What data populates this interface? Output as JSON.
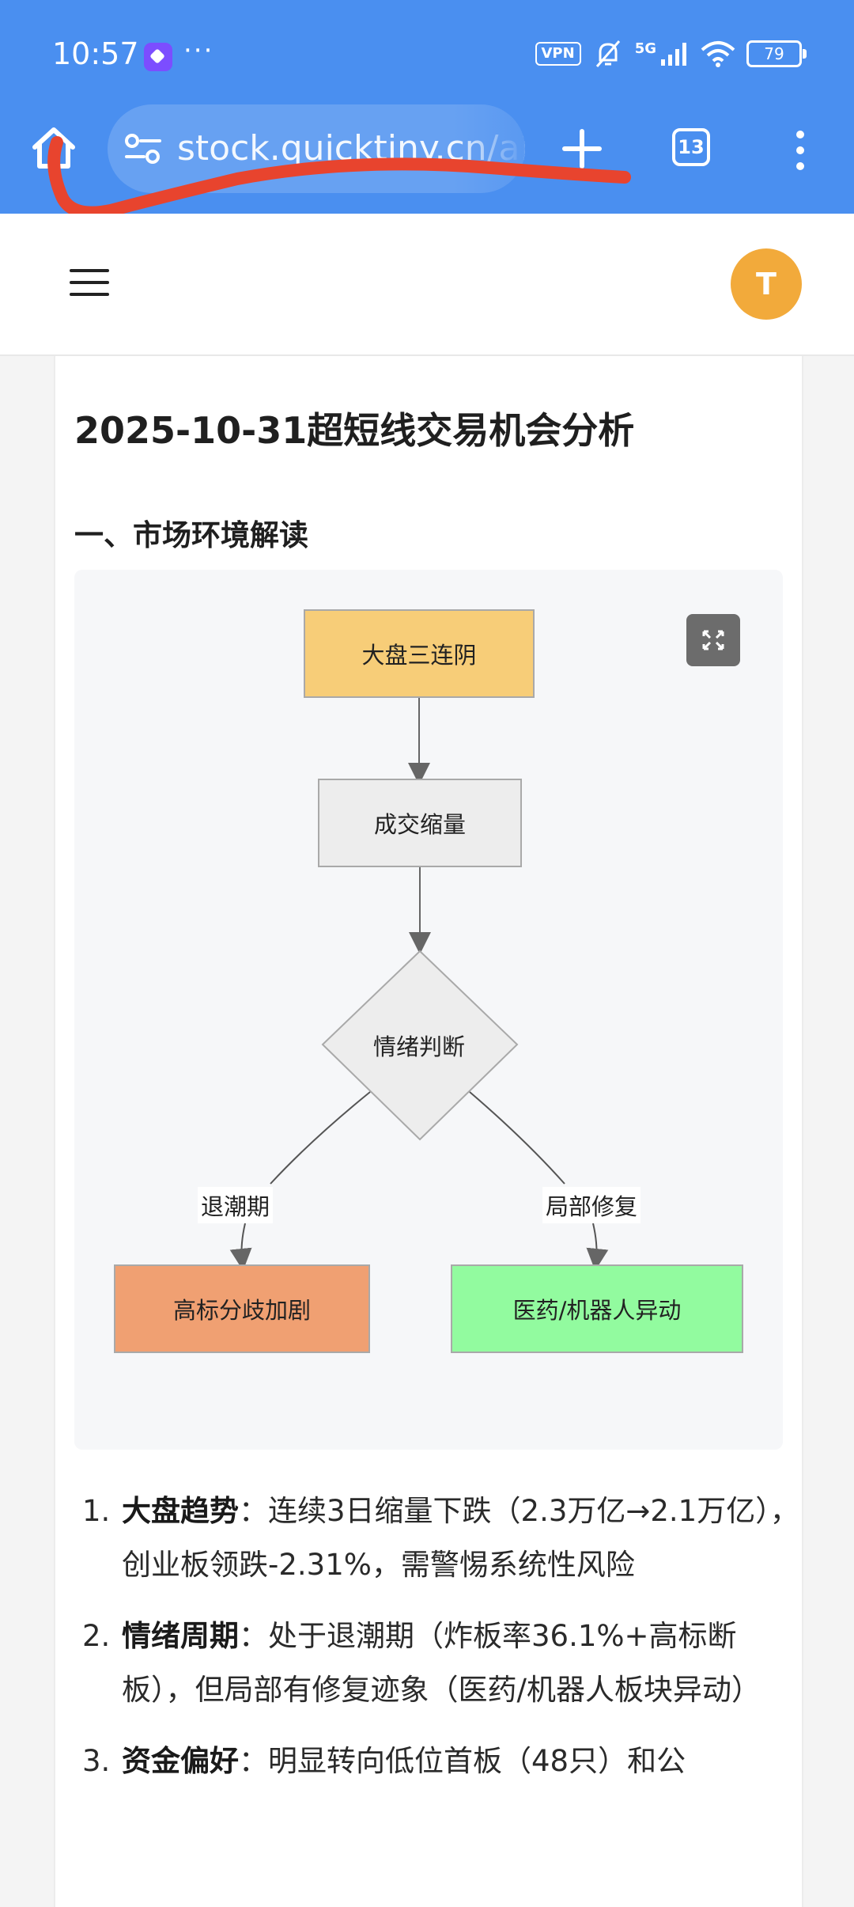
{
  "status": {
    "time": "10:57",
    "dots": "···",
    "vpn": "VPN",
    "network": "5G",
    "battery": "79"
  },
  "browser": {
    "url": "stock.quicktiny.cn/ai",
    "tab_count": "13"
  },
  "header": {
    "avatar_letter": "T"
  },
  "article": {
    "title": "2025-10-31超短线交易机会分析",
    "section1": "一、市场环境解读"
  },
  "flowchart": {
    "start": "大盘三连阴",
    "volume": "成交缩量",
    "decision": "情绪判断",
    "edge_left": "退潮期",
    "edge_right": "局部修复",
    "left_result": "高标分歧加剧",
    "right_result": "医药/机器人异动"
  },
  "list": [
    {
      "num": "1.",
      "label": "大盘趋势",
      "text": "：连续3日缩量下跌（2.3万亿→2.1万亿），创业板领跌-2.31%，需警惕系统性风险"
    },
    {
      "num": "2.",
      "label": "情绪周期",
      "text": "：处于退潮期（炸板率36.1%+高标断板），但局部有修复迹象（医药/机器人板块异动）"
    },
    {
      "num": "3.",
      "label": "资金偏好",
      "text": "：明显转向低位首板（48只）和公"
    }
  ],
  "colors": {
    "chrome": "#4a8ff0",
    "avatar": "#f2aa3b",
    "node_start": "#f7cd78",
    "node_left": "#f0a072",
    "node_right": "#92fb9f",
    "scribble": "#e8442e"
  }
}
